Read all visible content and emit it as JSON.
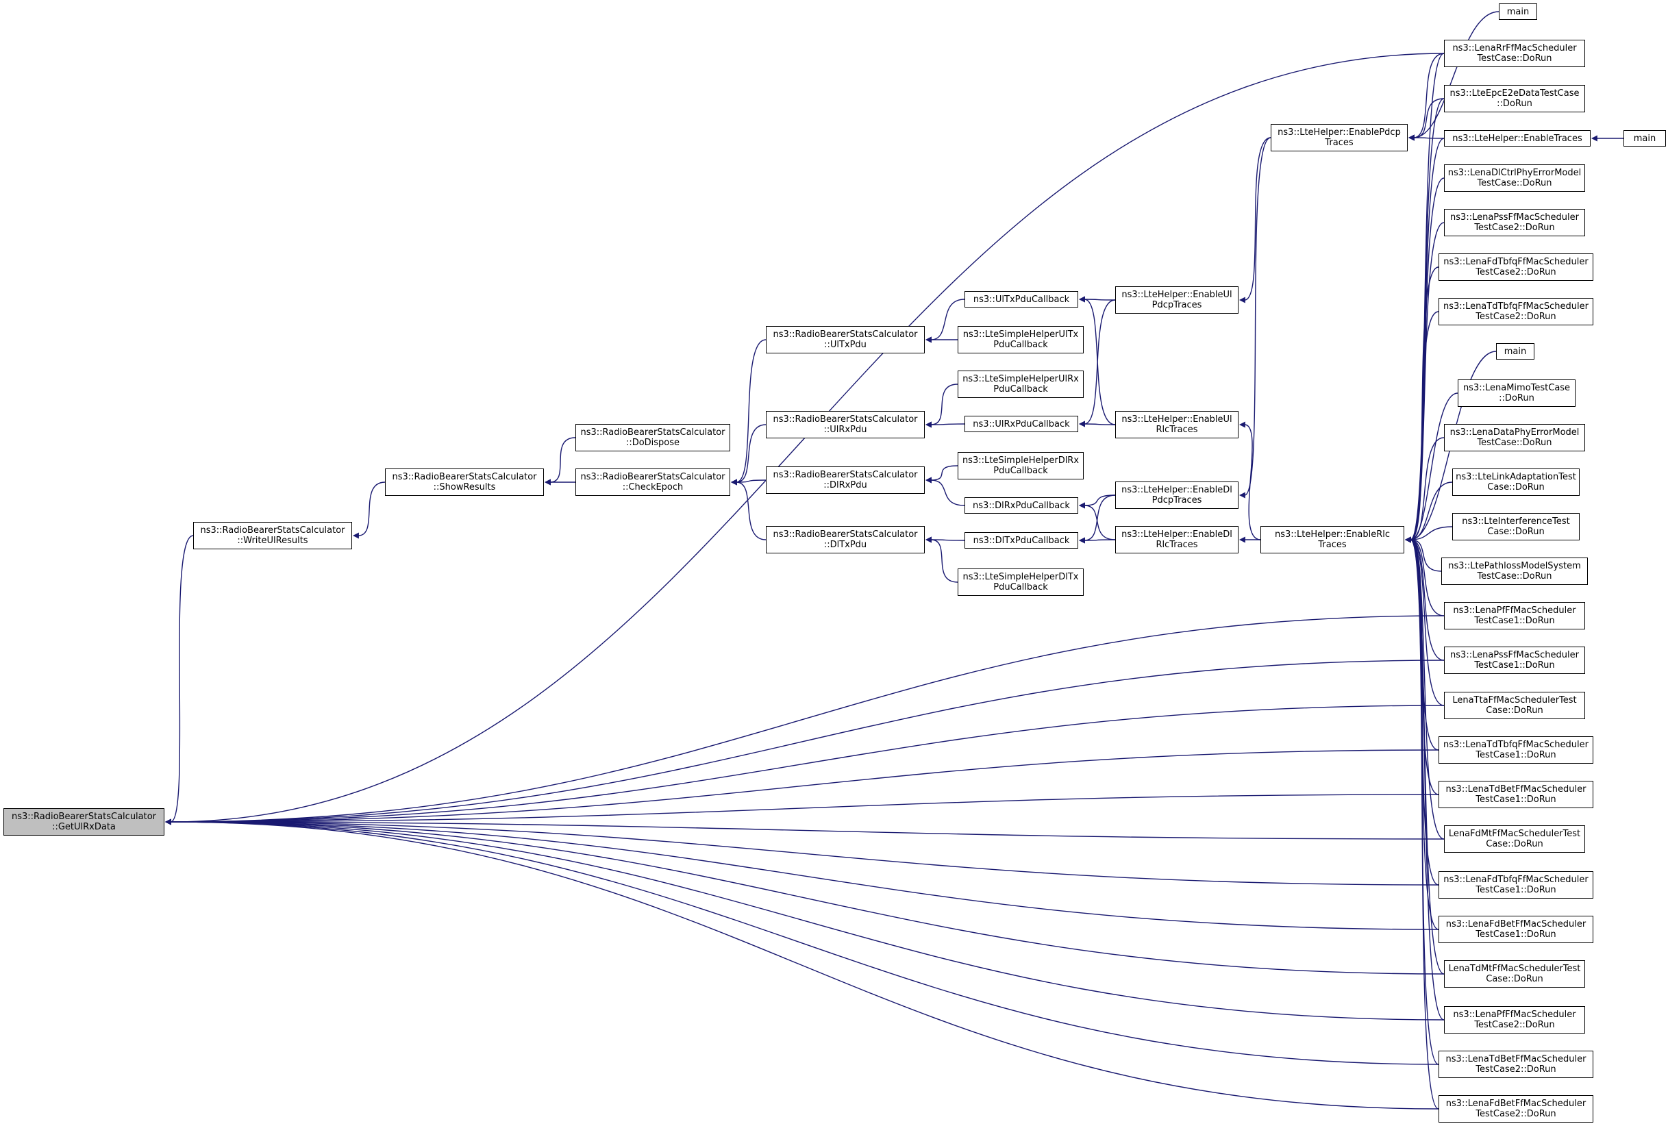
{
  "colors": {
    "edge": "#191970",
    "root_fill": "#bfbfbf",
    "node_fill": "#ffffff",
    "border": "#000000"
  },
  "nodes": [
    {
      "id": "root",
      "root": true,
      "lines": [
        "ns3::RadioBearerStatsCalculator",
        "::GetUlRxData"
      ]
    },
    {
      "id": "writeul",
      "lines": [
        "ns3::RadioBearerStatsCalculator",
        "::WriteUlResults"
      ]
    },
    {
      "id": "showres",
      "lines": [
        "ns3::RadioBearerStatsCalculator",
        "::ShowResults"
      ]
    },
    {
      "id": "dodispose",
      "lines": [
        "ns3::RadioBearerStatsCalculator",
        "::DoDispose"
      ]
    },
    {
      "id": "checkepoch",
      "lines": [
        "ns3::RadioBearerStatsCalculator",
        "::CheckEpoch"
      ]
    },
    {
      "id": "ultxpdu",
      "lines": [
        "ns3::RadioBearerStatsCalculator",
        "::UlTxPdu"
      ]
    },
    {
      "id": "ulrxpdu",
      "lines": [
        "ns3::RadioBearerStatsCalculator",
        "::UlRxPdu"
      ]
    },
    {
      "id": "dlrxpdu",
      "lines": [
        "ns3::RadioBearerStatsCalculator",
        "::DlRxPdu"
      ]
    },
    {
      "id": "dltxpdu",
      "lines": [
        "ns3::RadioBearerStatsCalculator",
        "::DlTxPdu"
      ]
    },
    {
      "id": "ultxcb",
      "lines": [
        "ns3::UlTxPduCallback"
      ]
    },
    {
      "id": "simpleultx",
      "lines": [
        "ns3::LteSimpleHelperUlTx",
        "PduCallback"
      ]
    },
    {
      "id": "simpleulrx",
      "lines": [
        "ns3::LteSimpleHelperUlRx",
        "PduCallback"
      ]
    },
    {
      "id": "ulrxcb",
      "lines": [
        "ns3::UlRxPduCallback"
      ]
    },
    {
      "id": "simpledlrx",
      "lines": [
        "ns3::LteSimpleHelperDlRx",
        "PduCallback"
      ]
    },
    {
      "id": "dlrxcb",
      "lines": [
        "ns3::DlRxPduCallback"
      ]
    },
    {
      "id": "dltxcb",
      "lines": [
        "ns3::DlTxPduCallback"
      ]
    },
    {
      "id": "simpledltx",
      "lines": [
        "ns3::LteSimpleHelperDlTx",
        "PduCallback"
      ]
    },
    {
      "id": "enulpdcp",
      "lines": [
        "ns3::LteHelper::EnableUl",
        "PdcpTraces"
      ]
    },
    {
      "id": "enulrlc",
      "lines": [
        "ns3::LteHelper::EnableUl",
        "RlcTraces"
      ]
    },
    {
      "id": "endlpdcp",
      "lines": [
        "ns3::LteHelper::EnableDl",
        "PdcpTraces"
      ]
    },
    {
      "id": "endlrlc",
      "lines": [
        "ns3::LteHelper::EnableDl",
        "RlcTraces"
      ]
    },
    {
      "id": "enpdcp",
      "lines": [
        "ns3::LteHelper::EnablePdcp",
        "Traces"
      ]
    },
    {
      "id": "enrlc",
      "lines": [
        "ns3::LteHelper::EnableRlc",
        "Traces"
      ]
    },
    {
      "id": "main_top",
      "lines": [
        "main"
      ]
    },
    {
      "id": "rr",
      "lines": [
        "ns3::LenaRrFfMacScheduler",
        "TestCase::DoRun"
      ]
    },
    {
      "id": "epce2e",
      "lines": [
        "ns3::LteEpcE2eDataTestCase",
        "::DoRun"
      ]
    },
    {
      "id": "entraces",
      "lines": [
        "ns3::LteHelper::EnableTraces"
      ]
    },
    {
      "id": "main_right",
      "lines": [
        "main"
      ]
    },
    {
      "id": "dlctrl",
      "lines": [
        "ns3::LenaDlCtrlPhyErrorModel",
        "TestCase::DoRun"
      ]
    },
    {
      "id": "pss2",
      "lines": [
        "ns3::LenaPssFfMacScheduler",
        "TestCase2::DoRun"
      ]
    },
    {
      "id": "fdtbfq2",
      "lines": [
        "ns3::LenaFdTbfqFfMacScheduler",
        "TestCase2::DoRun"
      ]
    },
    {
      "id": "tdtbfq2",
      "lines": [
        "ns3::LenaTdTbfqFfMacScheduler",
        "TestCase2::DoRun"
      ]
    },
    {
      "id": "main_mid",
      "lines": [
        "main"
      ]
    },
    {
      "id": "mimo",
      "lines": [
        "ns3::LenaMimoTestCase",
        "::DoRun"
      ]
    },
    {
      "id": "dataphy",
      "lines": [
        "ns3::LenaDataPhyErrorModel",
        "TestCase::DoRun"
      ]
    },
    {
      "id": "linkadapt",
      "lines": [
        "ns3::LteLinkAdaptationTest",
        "Case::DoRun"
      ]
    },
    {
      "id": "interf",
      "lines": [
        "ns3::LteInterferenceTest",
        "Case::DoRun"
      ]
    },
    {
      "id": "pathloss",
      "lines": [
        "ns3::LtePathlossModelSystem",
        "TestCase::DoRun"
      ]
    },
    {
      "id": "pf1",
      "lines": [
        "ns3::LenaPfFfMacScheduler",
        "TestCase1::DoRun"
      ]
    },
    {
      "id": "pss1",
      "lines": [
        "ns3::LenaPssFfMacScheduler",
        "TestCase1::DoRun"
      ]
    },
    {
      "id": "tta",
      "lines": [
        "LenaTtaFfMacSchedulerTest",
        "Case::DoRun"
      ]
    },
    {
      "id": "tdtbfq1",
      "lines": [
        "ns3::LenaTdTbfqFfMacScheduler",
        "TestCase1::DoRun"
      ]
    },
    {
      "id": "tdbet1",
      "lines": [
        "ns3::LenaTdBetFfMacScheduler",
        "TestCase1::DoRun"
      ]
    },
    {
      "id": "fdmt",
      "lines": [
        "LenaFdMtFfMacSchedulerTest",
        "Case::DoRun"
      ]
    },
    {
      "id": "fdtbfq1",
      "lines": [
        "ns3::LenaFdTbfqFfMacScheduler",
        "TestCase1::DoRun"
      ]
    },
    {
      "id": "fdbet1",
      "lines": [
        "ns3::LenaFdBetFfMacScheduler",
        "TestCase1::DoRun"
      ]
    },
    {
      "id": "tdmt",
      "lines": [
        "LenaTdMtFfMacSchedulerTest",
        "Case::DoRun"
      ]
    },
    {
      "id": "pf2",
      "lines": [
        "ns3::LenaPfFfMacScheduler",
        "TestCase2::DoRun"
      ]
    },
    {
      "id": "tdbet2",
      "lines": [
        "ns3::LenaTdBetFfMacScheduler",
        "TestCase2::DoRun"
      ]
    },
    {
      "id": "fdbet2",
      "lines": [
        "ns3::LenaFdBetFfMacScheduler",
        "TestCase2::DoRun"
      ]
    }
  ],
  "edges": [
    [
      "writeul",
      "root"
    ],
    [
      "rr",
      "root"
    ],
    [
      "pf1",
      "root"
    ],
    [
      "pss1",
      "root"
    ],
    [
      "tta",
      "root"
    ],
    [
      "tdtbfq1",
      "root"
    ],
    [
      "tdbet1",
      "root"
    ],
    [
      "fdmt",
      "root"
    ],
    [
      "fdtbfq1",
      "root"
    ],
    [
      "fdbet1",
      "root"
    ],
    [
      "tdmt",
      "root"
    ],
    [
      "pf2",
      "root"
    ],
    [
      "tdbet2",
      "root"
    ],
    [
      "fdbet2",
      "root"
    ],
    [
      "showres",
      "writeul"
    ],
    [
      "checkepoch",
      "showres"
    ],
    [
      "dodispose",
      "showres"
    ],
    [
      "ultxpdu",
      "checkepoch"
    ],
    [
      "ulrxpdu",
      "checkepoch"
    ],
    [
      "dlrxpdu",
      "checkepoch"
    ],
    [
      "dltxpdu",
      "checkepoch"
    ],
    [
      "ultxcb",
      "ultxpdu"
    ],
    [
      "simpleultx",
      "ultxpdu"
    ],
    [
      "simpleulrx",
      "ulrxpdu"
    ],
    [
      "ulrxcb",
      "ulrxpdu"
    ],
    [
      "simpledlrx",
      "dlrxpdu"
    ],
    [
      "dlrxcb",
      "dlrxpdu"
    ],
    [
      "dltxcb",
      "dltxpdu"
    ],
    [
      "simpledltx",
      "dltxpdu"
    ],
    [
      "enulpdcp",
      "ultxcb"
    ],
    [
      "enulrlc",
      "ultxcb"
    ],
    [
      "enulpdcp",
      "ulrxcb"
    ],
    [
      "enulrlc",
      "ulrxcb"
    ],
    [
      "endlpdcp",
      "dlrxcb"
    ],
    [
      "endlrlc",
      "dlrxcb"
    ],
    [
      "endlpdcp",
      "dltxcb"
    ],
    [
      "endlrlc",
      "dltxcb"
    ],
    [
      "enpdcp",
      "enulpdcp"
    ],
    [
      "enpdcp",
      "endlpdcp"
    ],
    [
      "enrlc",
      "enulrlc"
    ],
    [
      "enrlc",
      "endlrlc"
    ],
    [
      "main_top",
      "enpdcp"
    ],
    [
      "rr",
      "enpdcp"
    ],
    [
      "epce2e",
      "enpdcp"
    ],
    [
      "entraces",
      "enpdcp"
    ],
    [
      "main_right",
      "entraces"
    ],
    [
      "rr",
      "enrlc"
    ],
    [
      "epce2e",
      "enrlc"
    ],
    [
      "entraces",
      "enrlc"
    ],
    [
      "dlctrl",
      "enrlc"
    ],
    [
      "pss2",
      "enrlc"
    ],
    [
      "fdtbfq2",
      "enrlc"
    ],
    [
      "tdtbfq2",
      "enrlc"
    ],
    [
      "main_mid",
      "enrlc"
    ],
    [
      "mimo",
      "enrlc"
    ],
    [
      "dataphy",
      "enrlc"
    ],
    [
      "linkadapt",
      "enrlc"
    ],
    [
      "interf",
      "enrlc"
    ],
    [
      "pathloss",
      "enrlc"
    ],
    [
      "pf1",
      "enrlc"
    ],
    [
      "pss1",
      "enrlc"
    ],
    [
      "tta",
      "enrlc"
    ],
    [
      "tdtbfq1",
      "enrlc"
    ],
    [
      "tdbet1",
      "enrlc"
    ],
    [
      "fdmt",
      "enrlc"
    ],
    [
      "fdtbfq1",
      "enrlc"
    ],
    [
      "fdbet1",
      "enrlc"
    ],
    [
      "tdmt",
      "enrlc"
    ],
    [
      "pf2",
      "enrlc"
    ],
    [
      "tdbet2",
      "enrlc"
    ],
    [
      "fdbet2",
      "enrlc"
    ]
  ]
}
